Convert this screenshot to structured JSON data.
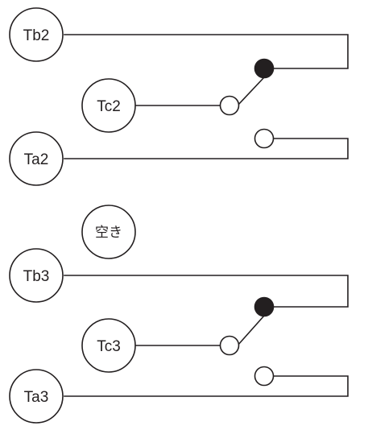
{
  "terminals": {
    "tb2": "Tb2",
    "tc2": "Tc2",
    "ta2": "Ta2",
    "spare": "空き",
    "tb3": "Tb3",
    "tc3": "Tc3",
    "ta3": "Ta3"
  },
  "colors": {
    "line": "#231f20",
    "background": "#ffffff"
  }
}
